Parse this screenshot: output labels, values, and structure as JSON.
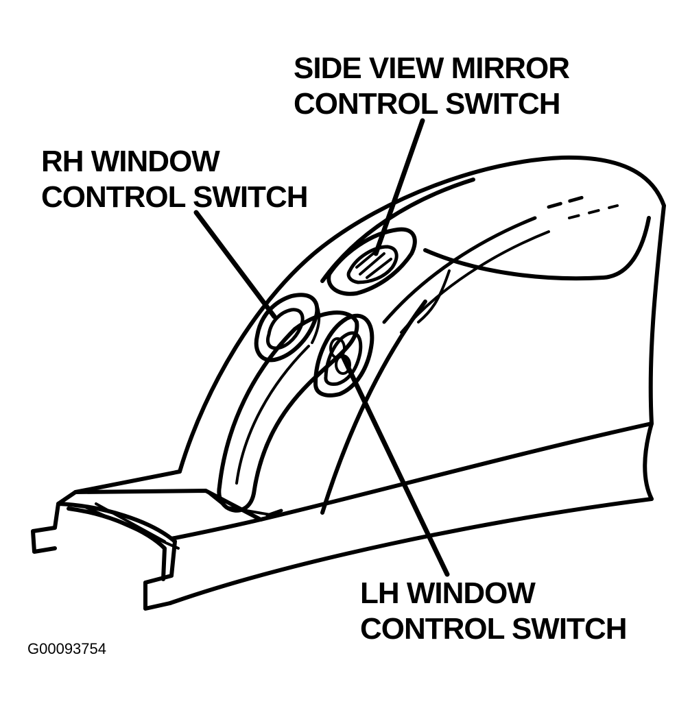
{
  "labels": {
    "mirror_switch": [
      "SIDE VIEW MIRROR",
      "CONTROL SWITCH"
    ],
    "rh_window_switch": [
      "RH WINDOW",
      "CONTROL SWITCH"
    ],
    "lh_window_switch": [
      "LH WINDOW",
      "CONTROL SWITCH"
    ]
  },
  "figure_id": "G00093754",
  "colors": {
    "line": "#000000",
    "background": "#ffffff"
  }
}
